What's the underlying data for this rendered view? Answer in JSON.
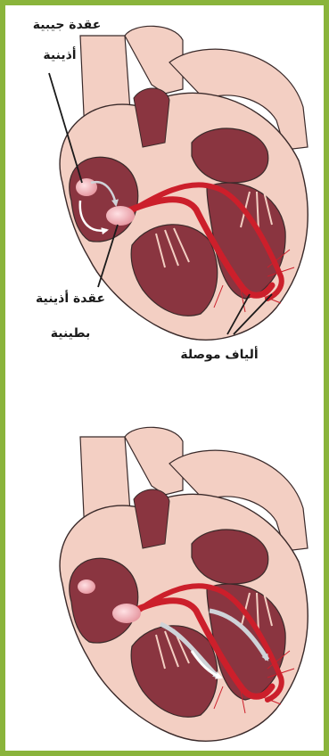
{
  "labels": {
    "sa_node_line1": "عقدة جيبية",
    "sa_node_line2": "أذينية",
    "av_node_line1": "عقدة أذينية",
    "av_node_line2": "بطينية",
    "fibers": "ألياف موصلة"
  },
  "colors": {
    "frame": "#8ab43b",
    "heart_tissue": "#f3cfc3",
    "chamber": "#8a3540",
    "conduction_path": "#cc1f2b"
  }
}
